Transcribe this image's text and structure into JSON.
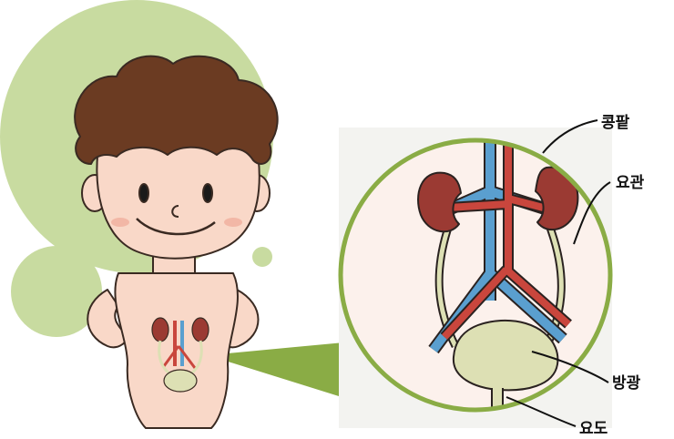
{
  "labels": {
    "kidney": "콩팥",
    "ureter": "요관",
    "bladder": "방광",
    "urethra": "요도"
  },
  "colors": {
    "circle_green": "#c8dba0",
    "frame_green": "#8aac45",
    "skin": "#f9d8c8",
    "hair": "#6b3b22",
    "kidney": "#9b3a33",
    "artery": "#c9463d",
    "vein": "#5a9fcf",
    "bladder": "#dde0b4"
  }
}
